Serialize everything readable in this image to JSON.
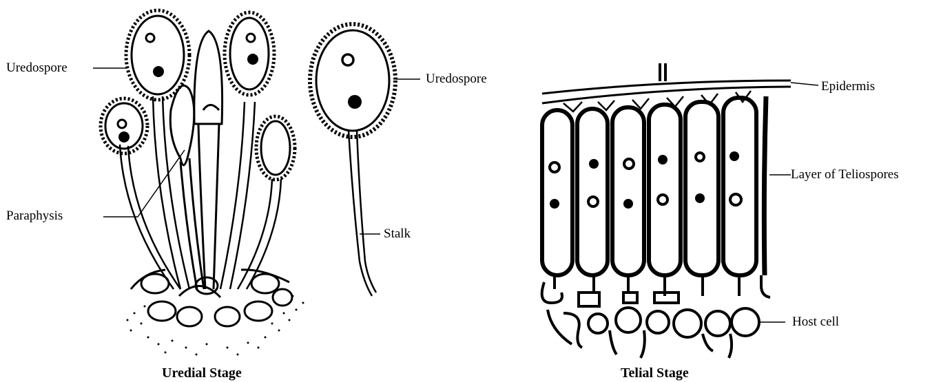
{
  "diagrams": {
    "uredial": {
      "caption": "Uredial Stage",
      "labels": {
        "uredospore_left": "Uredospore",
        "uredospore_right": "Uredospore",
        "paraphysis": "Paraphysis",
        "stalk": "Stalk"
      }
    },
    "telial": {
      "caption": "Telial Stage",
      "labels": {
        "epidermis": "Epidermis",
        "teliospores": "Layer of Teliospores",
        "host_cell": "Host cell"
      }
    }
  }
}
